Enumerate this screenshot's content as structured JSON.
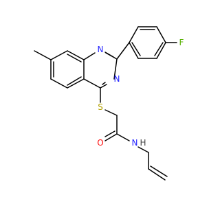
{
  "molecule": {
    "atoms": {
      "fluorine": "F",
      "nitrogen_ring_top": "N",
      "nitrogen_ring_bottom": "N",
      "sulfur": "S",
      "oxygen": "O",
      "amide_nitrogen": "N",
      "amide_hydrogen": "H"
    },
    "colors": {
      "bond": "#000000",
      "nitrogen": "#2222ff",
      "oxygen": "#ff0d0d",
      "sulfur": "#b2a000",
      "fluorine": "#56b000",
      "hydrogen": "#444444"
    }
  }
}
